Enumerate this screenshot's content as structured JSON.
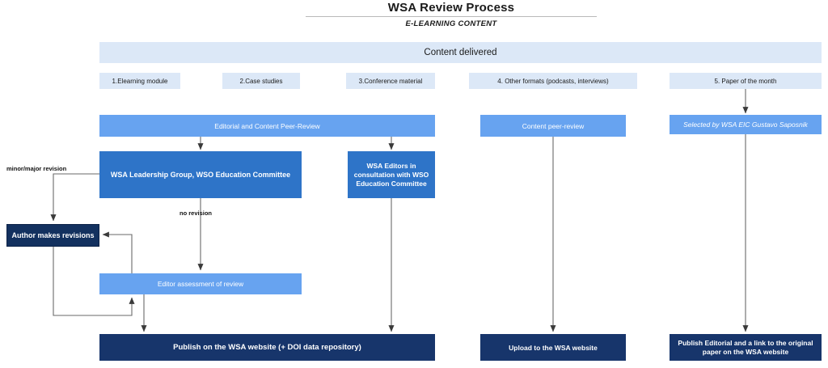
{
  "header": {
    "title": "WSA Review Process",
    "subtitle": "E-LEARNING CONTENT"
  },
  "banner": {
    "content_delivered": "Content delivered"
  },
  "categories": [
    {
      "id": "chip1",
      "label": "1.Elearning module"
    },
    {
      "id": "chip2",
      "label": "2.Case studies"
    },
    {
      "id": "chip3",
      "label": "3.Conference material"
    },
    {
      "id": "chip4",
      "label": "4. Other formats (podcasts, interviews)"
    },
    {
      "id": "chip5",
      "label": "5. Paper of the month"
    }
  ],
  "review_bars": {
    "editorial_and_content_peer_review": "Editorial and Content Peer-Review",
    "content_peer_review": "Content peer-review",
    "selected_by_eic": "Selected by WSA EIC Gustavo Saposnik"
  },
  "actors": {
    "leadership_group": "WSA Leadership Group, WSO Education Committee",
    "wsa_editors": "WSA Editors in consultation with WSO Education Committee",
    "author_makes_revisions": "Author makes revisions",
    "editor_assessment": "Editor assessment of review"
  },
  "edge_labels": {
    "minor_major_revision": "minor/major revision",
    "no_revision": "no revision"
  },
  "outcomes": {
    "publish_wsa_website": "Publish on the WSA website (+ DOI data repository)",
    "upload_wsa_website": "Upload to the WSA website",
    "publish_editorial_link": "Publish Editorial and a link to the original paper on the WSA website"
  },
  "colors": {
    "pale_blue": "#dce8f7",
    "mid_blue": "#67a3f0",
    "strong_blue": "#2e74c8",
    "navy": "#17356b",
    "connector_gray": "#595959",
    "rule_gray": "#b9b9b9"
  }
}
